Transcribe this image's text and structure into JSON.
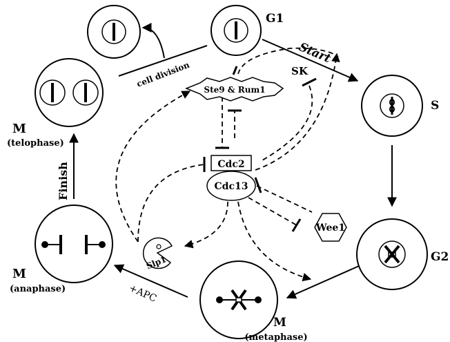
{
  "phases": {
    "g1": "G1",
    "s": "S",
    "g2": "G2",
    "m_metaphase": "M",
    "metaphase": "(metaphase)",
    "m_anaphase": "M",
    "anaphase": "(anaphase)",
    "m_telophase": "M",
    "telophase": "(telophase)"
  },
  "transitions": {
    "start": "Start",
    "cell_division": "cell division",
    "finish": "Finish",
    "apc": "+APC"
  },
  "regulators": {
    "sk": "SK",
    "ste9_rum1": "Ste9 & Rum1",
    "cdc2": "Cdc2",
    "cdc13": "Cdc13",
    "wee1": "Wee1",
    "slp1": "Slp1"
  }
}
